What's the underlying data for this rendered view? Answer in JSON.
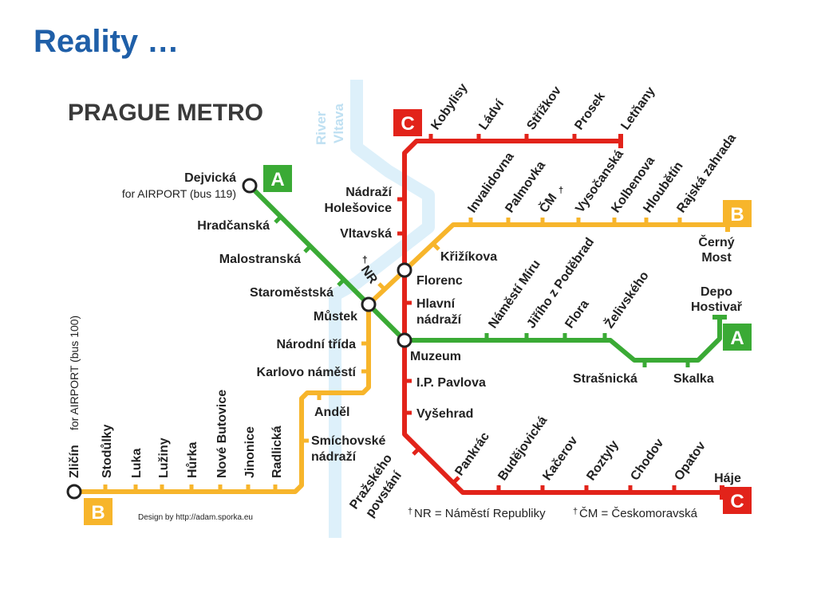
{
  "slide": {
    "title": "Reality …"
  },
  "map": {
    "title": "PRAGUE METRO",
    "river": [
      "River",
      "Vltava"
    ],
    "credit": "Design by http://adam.sporka.eu",
    "legend": {
      "nr": "NR = Náměstí Republiky",
      "cm": "ČM = Českomoravská",
      "dagger": "†"
    }
  },
  "colors": {
    "line_a": "#3aaa35",
    "line_b": "#f7b52b",
    "line_c": "#e2231a",
    "river": "#ddf0fa",
    "title": "#1f5fa8"
  },
  "lines": {
    "A": {
      "label": "A",
      "stations": {
        "dejvicka": "Dejvická",
        "dejvicka_note": "for AIRPORT (bus 119)",
        "hradcanska": "Hradčanská",
        "malostranska": "Malostranská",
        "staromestska": "Staroměstská",
        "mustek": "Můstek",
        "muzeum": "Muzeum",
        "namesti_miru": "Náměstí Míru",
        "jiriho": "Jiřího z Poděbrad",
        "flora": "Flora",
        "zelivskeho": "Želivského",
        "strasnicka": "Strašnická",
        "skalka": "Skalka",
        "depo": [
          "Depo",
          "Hostivař"
        ]
      }
    },
    "B": {
      "label": "B",
      "stations": {
        "zlicin": "Zličín",
        "zlicin_note": "for AIRPORT (bus 100)",
        "stodulky": "Stodůlky",
        "luka": "Luka",
        "luziny": "Lužiny",
        "hurka": "Hůrka",
        "nove_butovice": "Nové Butovice",
        "jinonice": "Jinonice",
        "radlicka": "Radlická",
        "smichovske": [
          "Smíchovské",
          "nádraží"
        ],
        "andel": "Anděl",
        "karlovo": "Karlovo náměstí",
        "narodni": "Národní třída",
        "nr": "NR",
        "krizikova": "Křižíkova",
        "invalidovna": "Invalidovna",
        "palmovka": "Palmovka",
        "cm": "ČM",
        "vysocanska": "Vysočanská",
        "kolbenova": "Kolbenova",
        "hloubetin": "Hloubětín",
        "rajska": "Rajská zahrada",
        "cerny_most": [
          "Černý",
          "Most"
        ]
      }
    },
    "C": {
      "label": "C",
      "stations": {
        "kobylisy": "Kobylisy",
        "ladvi": "Ládví",
        "strizkov": "Střížkov",
        "prosek": "Prosek",
        "letnany": "Letňany",
        "nadrazi_holesovice": [
          "Nádraží",
          "Holešovice"
        ],
        "vltavska": "Vltavská",
        "florenc": "Florenc",
        "hlavni": [
          "Hlavní",
          "nádraží"
        ],
        "ip_pavlova": "I.P. Pavlova",
        "vysehrad": "Vyšehrad",
        "prazskeho": [
          "Pražského",
          "povstání"
        ],
        "pankrac": "Pankrác",
        "budejovicka": "Budějovická",
        "kacerov": "Kačerov",
        "roztyly": "Roztyly",
        "chodov": "Chodov",
        "opatov": "Opatov",
        "haje": "Háje"
      }
    }
  }
}
